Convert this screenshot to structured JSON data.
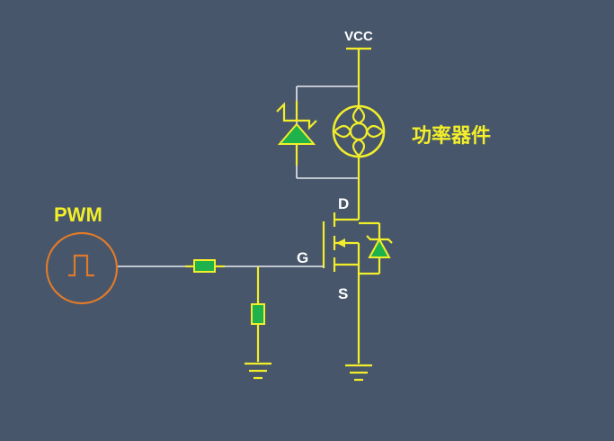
{
  "labels": {
    "vcc": "VCC",
    "pwm": "PWM",
    "drain": "D",
    "gate": "G",
    "source": "S",
    "load": "功率器件"
  },
  "colors": {
    "background": "#47566b",
    "wire_yellow": "#f2ee2a",
    "wire_white": "#e8ecf2",
    "component_green": "#1fb14b",
    "pwm_source_orange": "#e07a2a"
  },
  "components": {
    "pwm_source": "pulse-source-icon",
    "gate_resistor": "resistor-icon",
    "pulldown_resistor": "resistor-icon",
    "flyback_diode": "zener-diode-icon",
    "load": "power-device-icon",
    "mosfet": "n-channel-mosfet-icon",
    "body_diode": "diode-icon",
    "ground_left": "ground-icon",
    "ground_right": "ground-icon"
  }
}
